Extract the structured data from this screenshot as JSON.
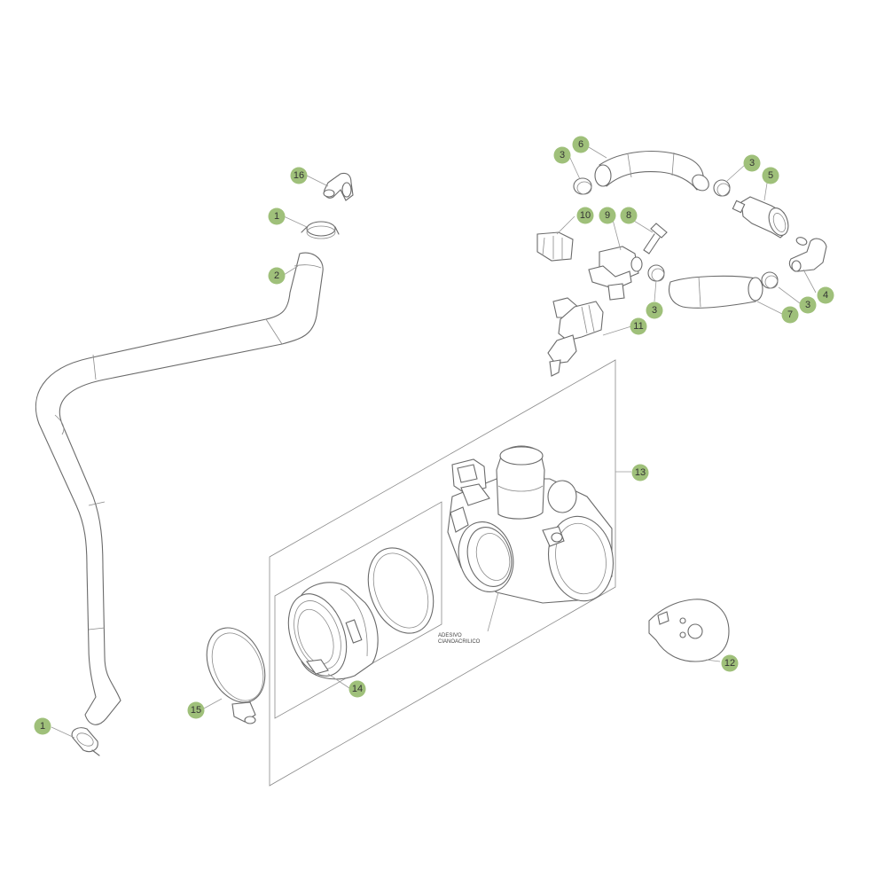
{
  "diagram": {
    "callouts": [
      {
        "id": "c1a",
        "label": "1"
      },
      {
        "id": "c1b",
        "label": "1"
      },
      {
        "id": "c2",
        "label": "2"
      },
      {
        "id": "c3a",
        "label": "3"
      },
      {
        "id": "c3b",
        "label": "3"
      },
      {
        "id": "c3c",
        "label": "3"
      },
      {
        "id": "c3d",
        "label": "3"
      },
      {
        "id": "c4",
        "label": "4"
      },
      {
        "id": "c5",
        "label": "5"
      },
      {
        "id": "c6",
        "label": "6"
      },
      {
        "id": "c7",
        "label": "7"
      },
      {
        "id": "c8",
        "label": "8"
      },
      {
        "id": "c9",
        "label": "9"
      },
      {
        "id": "c10",
        "label": "10"
      },
      {
        "id": "c11",
        "label": "11"
      },
      {
        "id": "c12",
        "label": "12"
      },
      {
        "id": "c13",
        "label": "13"
      },
      {
        "id": "c14",
        "label": "14"
      },
      {
        "id": "c15",
        "label": "15"
      },
      {
        "id": "c16",
        "label": "16"
      }
    ],
    "note": {
      "line1": "ADESIVO",
      "line2": "CIANOACRILICO"
    },
    "accent_color": "#9fc07a"
  }
}
